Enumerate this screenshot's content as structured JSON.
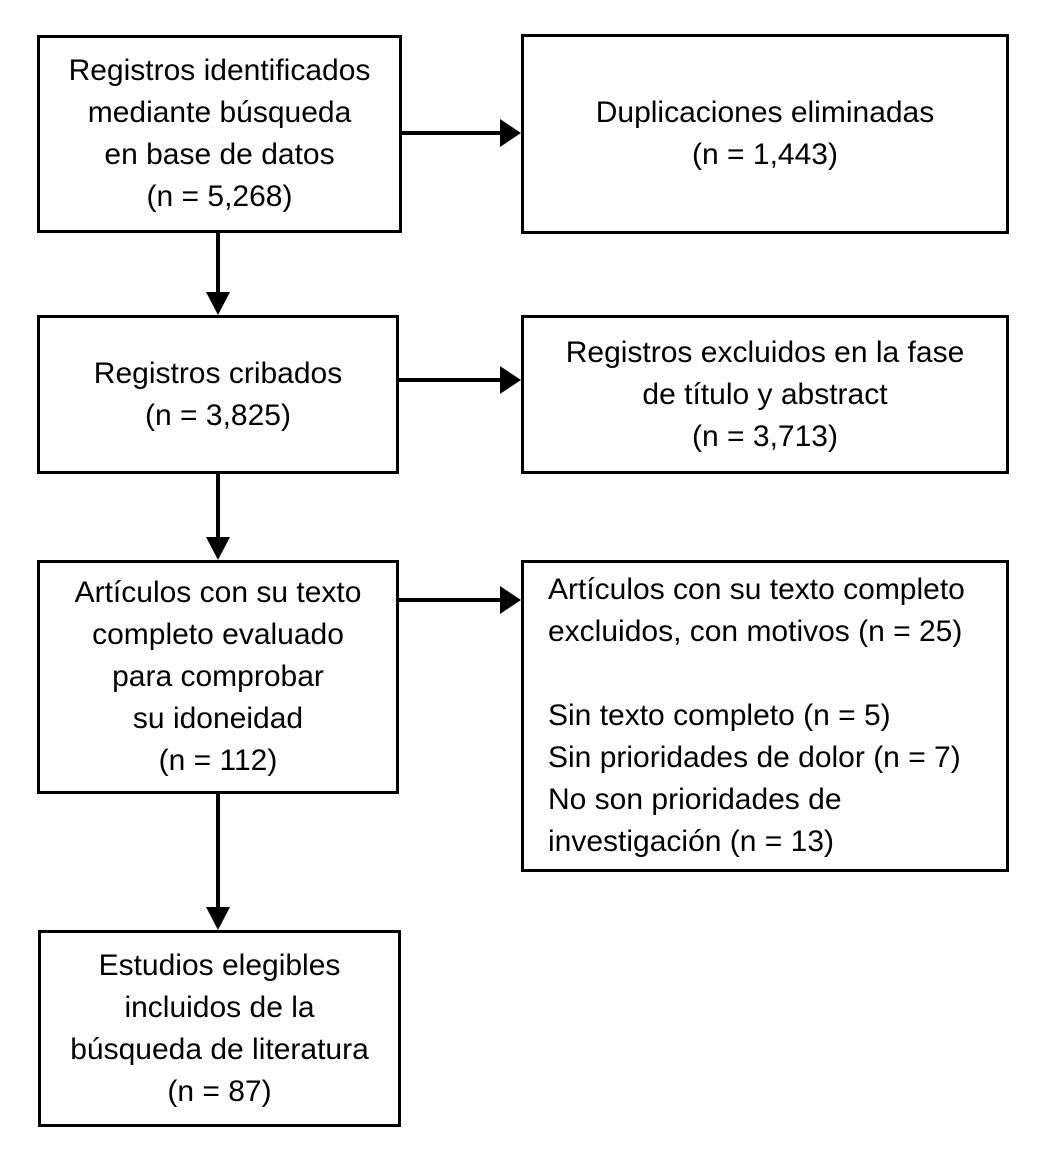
{
  "diagram": {
    "title": "PRISMA flow diagram",
    "language": "es",
    "stroke_color": "#000000",
    "background_color": "#ffffff",
    "text_color": "#000000"
  },
  "boxes": {
    "identified": {
      "name": "Registros identificados mediante búsqueda en base de datos",
      "lines": [
        "Registros identificados",
        "mediante búsqueda",
        "en base de datos",
        "(n = 5,268)"
      ],
      "count": "5,268",
      "align": "center"
    },
    "duplicates": {
      "name": "Duplicaciones eliminadas",
      "lines": [
        "Duplicaciones eliminadas",
        "(n = 1,443)"
      ],
      "count": "1,443",
      "align": "center"
    },
    "screened": {
      "name": "Registros cribados",
      "lines": [
        "Registros cribados",
        "(n = 3,825)"
      ],
      "count": "3,825",
      "align": "center"
    },
    "excluded_title_abstract": {
      "name": "Registros excluidos en la fase de título y abstract",
      "lines": [
        "Registros excluidos en la fase",
        "de título y abstract",
        "(n = 3,713)"
      ],
      "count": "3,713",
      "align": "center"
    },
    "fulltext_assessed": {
      "name": "Artículos con su texto completo evaluado para comprobar su idoneidad",
      "lines": [
        "Artículos con su texto",
        "completo evaluado",
        "para comprobar",
        "su idoneidad",
        "(n = 112)"
      ],
      "count": "112",
      "align": "center"
    },
    "fulltext_excluded": {
      "name": "Artículos con su texto completo excluidos, con motivos",
      "lines": [
        "Artículos con su texto completo",
        "excluidos, con motivos (n = 25)",
        "",
        "Sin texto completo (n = 5)",
        "Sin prioridades de dolor (n = 7)",
        "No son prioridades de",
        "investigación (n = 13)"
      ],
      "count": "25",
      "reasons": [
        {
          "label": "Sin texto completo",
          "count": "5"
        },
        {
          "label": "Sin prioridades de dolor",
          "count": "7"
        },
        {
          "label": "No son prioridades de investigación",
          "count": "13"
        }
      ],
      "align": "left"
    },
    "included": {
      "name": "Estudios elegibles incluidos de la búsqueda de literatura",
      "lines": [
        "Estudios elegibles",
        "incluidos de la",
        "búsqueda de literatura",
        "(n = 87)"
      ],
      "count": "87",
      "align": "center"
    }
  },
  "arrows": [
    {
      "id": "identified-to-duplicates",
      "direction": "right"
    },
    {
      "id": "identified-to-screened",
      "direction": "down"
    },
    {
      "id": "screened-to-excluded-title-abstract",
      "direction": "right"
    },
    {
      "id": "screened-to-fulltext",
      "direction": "down"
    },
    {
      "id": "fulltext-to-excluded-fulltext",
      "direction": "right"
    },
    {
      "id": "fulltext-to-included",
      "direction": "down"
    }
  ]
}
